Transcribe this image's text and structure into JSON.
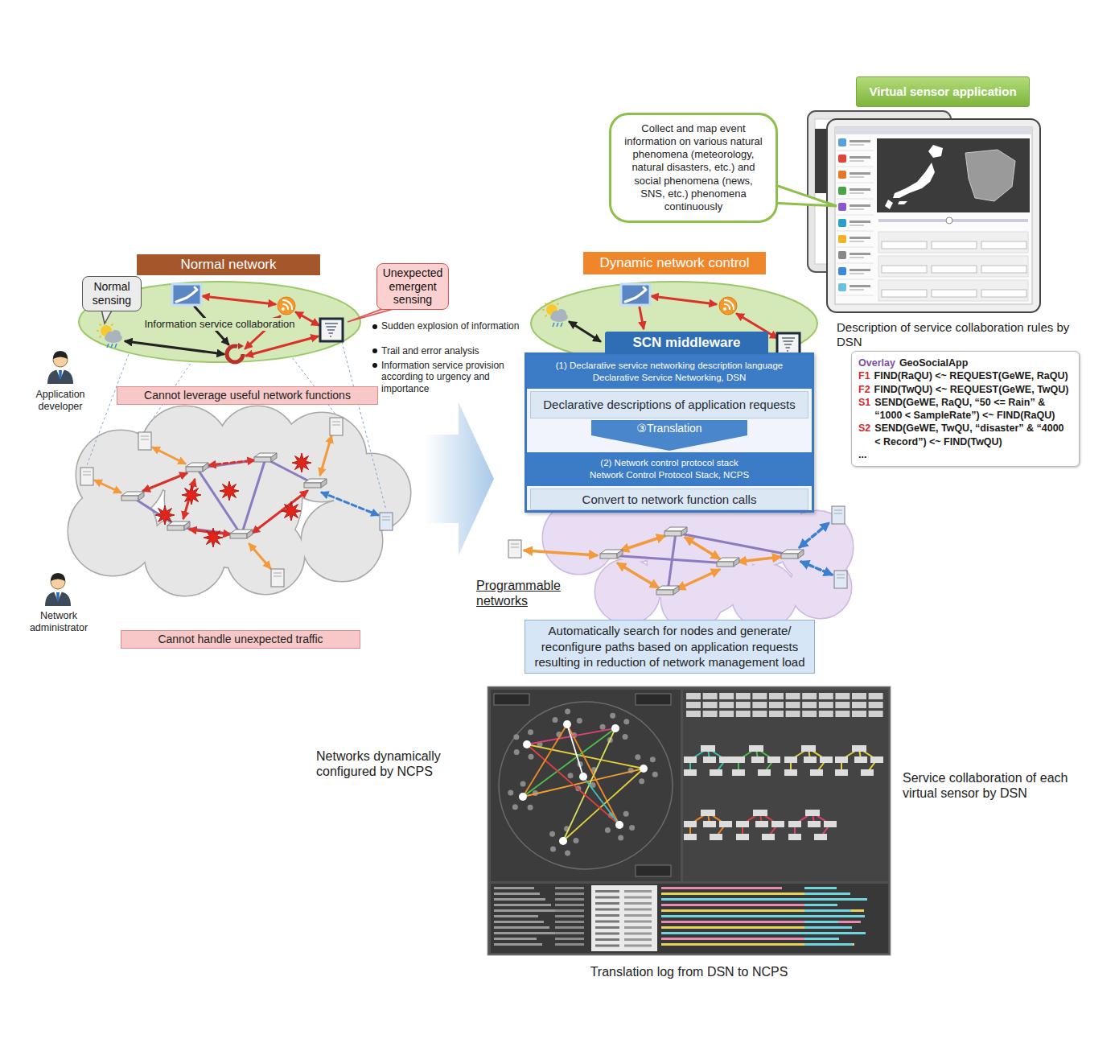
{
  "diagram": {
    "nodes": [
      {
        "text": [
          "Virtual sensor application"
        ]
      },
      {
        "text": [
          "Collect and map event information on various natural phenomena (meteorology, natural disasters, etc.) and social phenomena (news, SNS, etc.) phenomena continuously"
        ]
      },
      {
        "text": [
          "Description of service collaboration rules by DSN",
          "Overlay",
          "GeoSocialApp",
          "F1",
          "FIND(RaQU) <~ REQUEST(GeWE, RaQU)",
          "F2",
          "FIND(TwQU) <~ REQUEST(GeWE, TwQU)",
          "S1",
          "SEND(GeWE, RaQU, “50 <= Rain” & “1000 < SampleRate”) <~ FIND(RaQU)",
          "S2",
          "SEND(GeWE, TwQU, “disaster” & “4000 < Record”) <~ FIND(TwQU)",
          "..."
        ]
      },
      {
        "text": [
          "Normal network"
        ]
      },
      {
        "text": [
          "Dynamic network control"
        ]
      },
      {
        "text": [
          "Information service collaboration"
        ]
      },
      {
        "text": [
          "Normal sensing"
        ]
      },
      {
        "text": [
          "Unexpected emergent sensing"
        ]
      },
      {
        "text": [
          "SCN middleware"
        ]
      },
      {
        "text": [
          "(1) Declarative service networking description language",
          "Declarative Service Networking, DSN"
        ],
        "in": 8
      },
      {
        "text": [
          "Declarative descriptions of application requests"
        ],
        "in": 8
      },
      {
        "text": [
          "③Translation"
        ],
        "in": 8
      },
      {
        "text": [
          "(2) Network control protocol stack",
          "Network Control Protocol Stack, NCPS"
        ],
        "in": 8
      },
      {
        "text": [
          "Convert to network function calls"
        ],
        "in": 8
      },
      {
        "text": [
          "Cannot leverage useful network functions"
        ]
      },
      {
        "text": [
          "Cannot handle unexpected traffic"
        ]
      },
      {
        "text": [
          "Automatically search for nodes and generate/ reconfigure paths based on application requests resulting in reduction of network management load"
        ]
      }
    ],
    "labels": [
      "Sudden explosion of information",
      "Trail and error analysis",
      "Information service provision according to urgency and importance",
      "Application developer",
      "Network administrator",
      "Programmable networks",
      "Networks dynamically configured by NCPS",
      "Service collaboration of each virtual sensor by DSN",
      "Translation log from DSN to NCPS"
    ]
  }
}
